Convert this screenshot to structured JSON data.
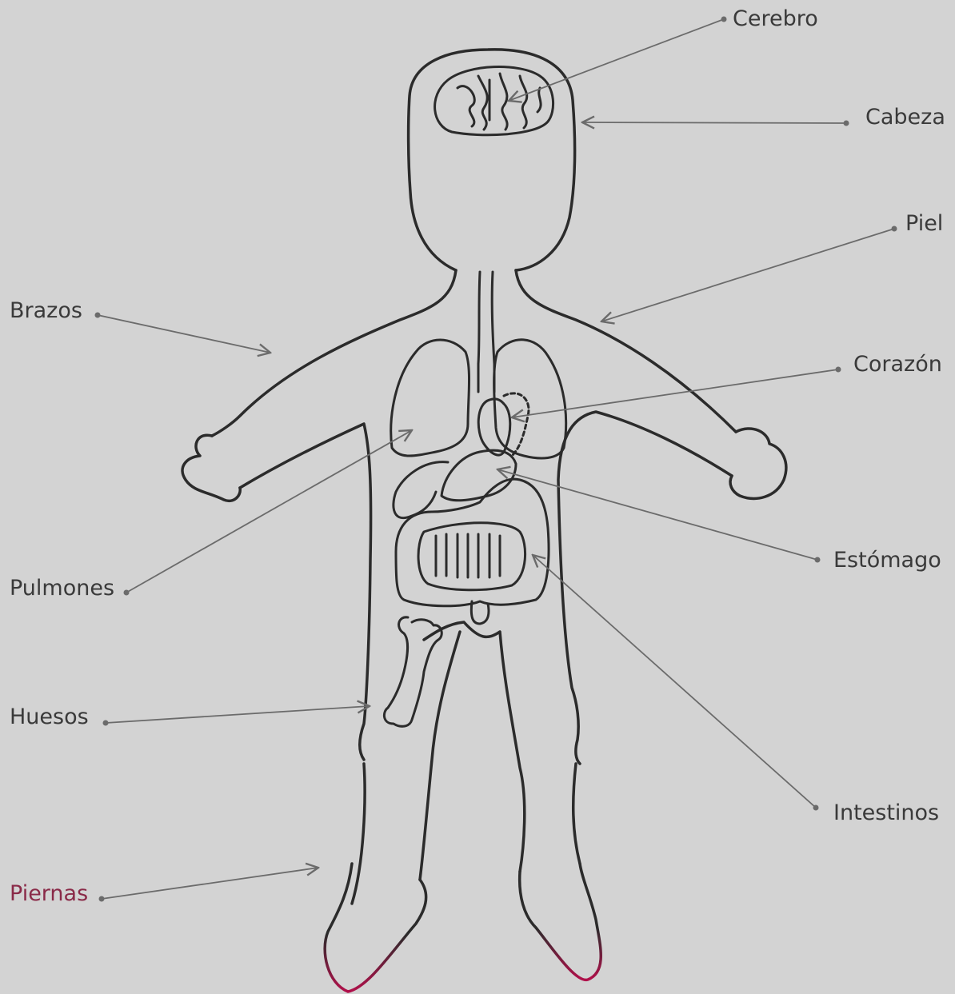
{
  "colors": {
    "background": "#d3d3d3",
    "outline": "#2b2b2b",
    "leader_line": "#6b6b6b",
    "label_text": "#3a3a3a",
    "accent_red": "#b0104a",
    "piernas_label": "#8a2a48"
  },
  "labels": [
    {
      "id": "cerebro",
      "text": "Cerebro"
    },
    {
      "id": "cabeza",
      "text": "Cabeza"
    },
    {
      "id": "piel",
      "text": "Piel"
    },
    {
      "id": "brazos",
      "text": "Brazos"
    },
    {
      "id": "corazon",
      "text": "Corazón"
    },
    {
      "id": "estomago",
      "text": "Estómago"
    },
    {
      "id": "pulmones",
      "text": "Pulmones"
    },
    {
      "id": "huesos",
      "text": "Huesos"
    },
    {
      "id": "intestinos",
      "text": "Intestinos"
    },
    {
      "id": "piernas",
      "text": "Piernas"
    }
  ]
}
